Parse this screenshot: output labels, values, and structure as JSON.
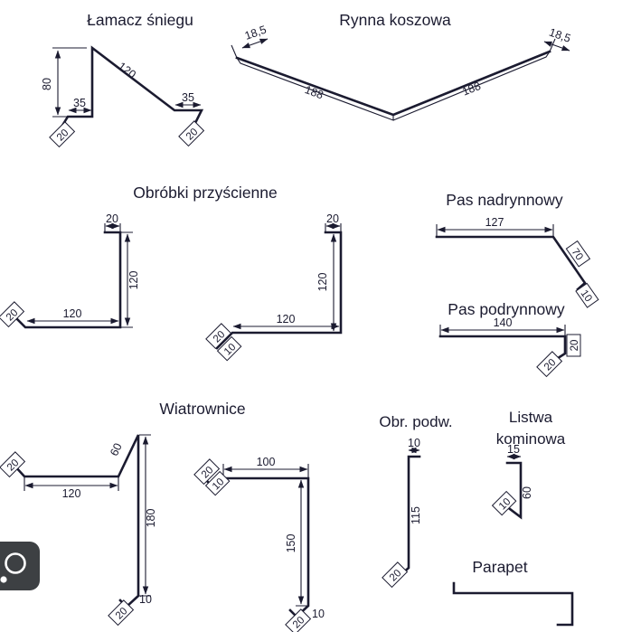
{
  "colors": {
    "ink": "#1b1b30",
    "background": "#ffffff",
    "overlay_icon_bg": "#3d4043",
    "overlay_icon_fg": "#ffffff"
  },
  "sections": {
    "lamacz_sniegu": {
      "title": "Łamacz śniegu",
      "dim_height": "80",
      "dim_slope": "120",
      "dim_foot_left": "35",
      "dim_foot_right": "35",
      "dim_hem_left": "20",
      "dim_hem_right": "20"
    },
    "rynna_koszowa": {
      "title": "Rynna koszowa",
      "dim_lip_left": "18,5",
      "dim_lip_right": "18,5",
      "dim_slope_left": "188",
      "dim_slope_right": "188"
    },
    "obrobki_przyscienne": {
      "title": "Obróbki przyścienne",
      "profile1": {
        "dim_top": "20",
        "dim_vertical": "120",
        "dim_horizontal": "120",
        "dim_hem": "20"
      },
      "profile2": {
        "dim_top": "20",
        "dim_vertical": "120",
        "dim_horizontal": "120",
        "dim_hem1": "20",
        "dim_hem2": "10"
      }
    },
    "pas_nadrynnowy": {
      "title": "Pas nadrynnowy",
      "dim_width": "127",
      "dim_slope": "70",
      "dim_hem": "10"
    },
    "pas_podrynnowy": {
      "title": "Pas podrynnowy",
      "dim_width": "140",
      "dim_drop": "20",
      "dim_hem": "20"
    },
    "wiatrownice": {
      "title": "Wiatrownice",
      "profile1": {
        "dim_hem_left": "20",
        "dim_horizontal": "120",
        "dim_slope": "60",
        "dim_vertical": "180",
        "dim_hem_bottom": "20",
        "dim_hem_end": "10"
      },
      "profile2": {
        "dim_hem_left1": "20",
        "dim_hem_left2": "10",
        "dim_horizontal": "100",
        "dim_vertical": "150",
        "dim_hem_bottom": "20",
        "dim_hem_end": "10"
      }
    },
    "obr_podw": {
      "title": "Obr. podw.",
      "dim_top": "10",
      "dim_vertical": "115",
      "dim_hem": "20"
    },
    "listwa_kominowa": {
      "title_line1": "Listwa",
      "title_line2": "kominowa",
      "dim_top": "15",
      "dim_vertical": "60",
      "dim_hem": "10"
    },
    "parapet": {
      "title": "Parapet"
    }
  }
}
